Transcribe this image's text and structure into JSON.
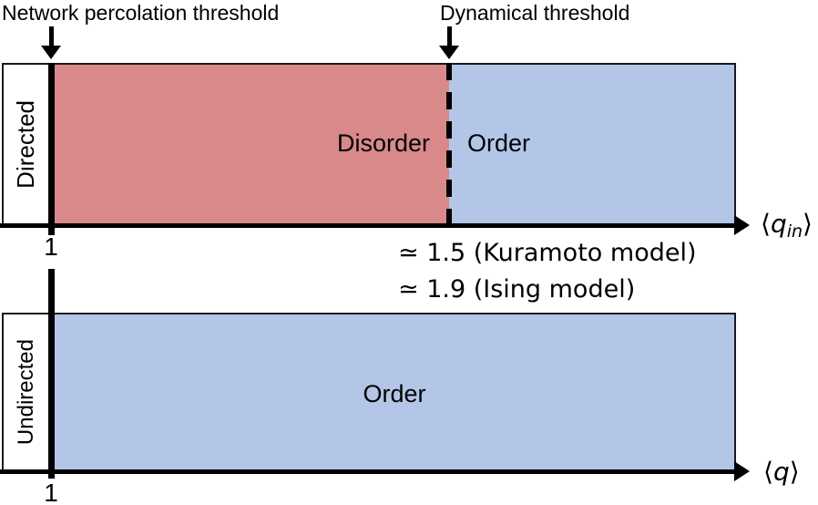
{
  "colors": {
    "disorder": "#d98989",
    "order": "#b3c6e8",
    "ink": "#000000"
  },
  "annotations": {
    "percolation_threshold": "Network percolation threshold",
    "dynamical_threshold": "Dynamical threshold",
    "kuramoto": "≃ 1.5 (Kuramoto model)",
    "ising": "≃ 1.9 (Ising model)"
  },
  "directed": {
    "row_label": "Directed",
    "disorder_label": "Disorder",
    "order_label": "Order",
    "tick": "1",
    "axis": {
      "lbracket": "⟨",
      "variable": "q",
      "subscript": "in",
      "rbracket": "⟩"
    }
  },
  "undirected": {
    "row_label": "Undirected",
    "order_label": "Order",
    "tick": "1",
    "axis": {
      "lbracket": "⟨",
      "variable": "q",
      "rbracket": "⟩"
    }
  }
}
